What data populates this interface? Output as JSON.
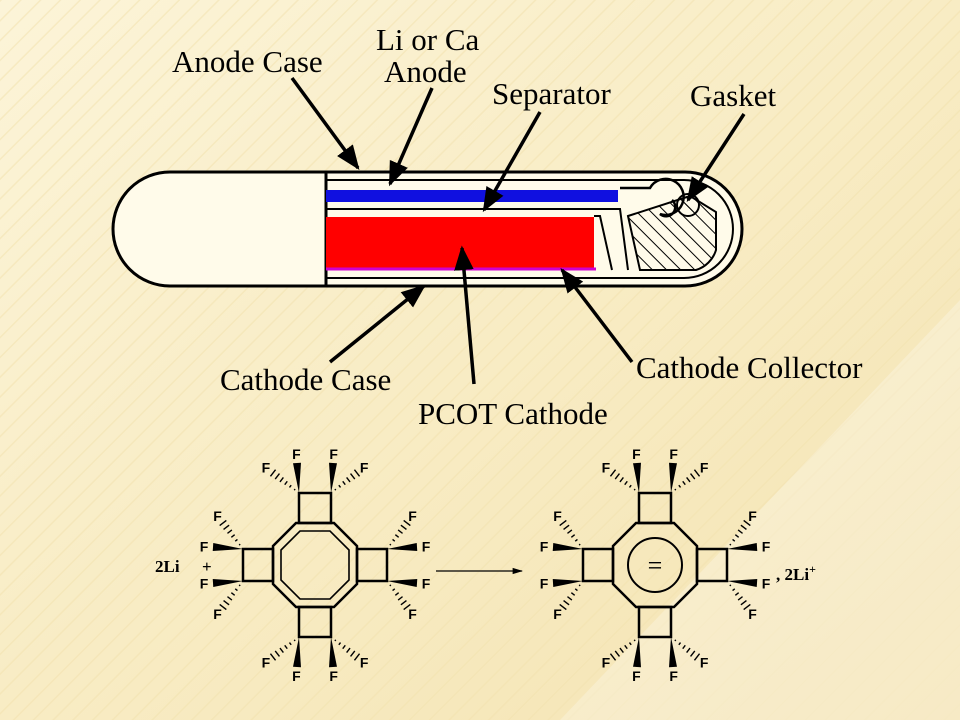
{
  "labels": {
    "anode_case": "Anode Case",
    "li_or_ca": "Li or Ca",
    "anode": "Anode",
    "separator": "Separator",
    "gasket": "Gasket",
    "cathode_case": "Cathode Case",
    "pcot_cathode": "PCOT Cathode",
    "cathode_collector": "Cathode Collector"
  },
  "reaction": {
    "reactant": "2Li",
    "plus": "+",
    "fluorine": "F",
    "product_prefix": ", 2Li",
    "product_superscript": "+",
    "charge_symbol": "="
  },
  "colors": {
    "anode": "#1010e0",
    "cathode": "#ff0000",
    "separator_line": "#d000d0",
    "background": "#fbf3d6"
  }
}
